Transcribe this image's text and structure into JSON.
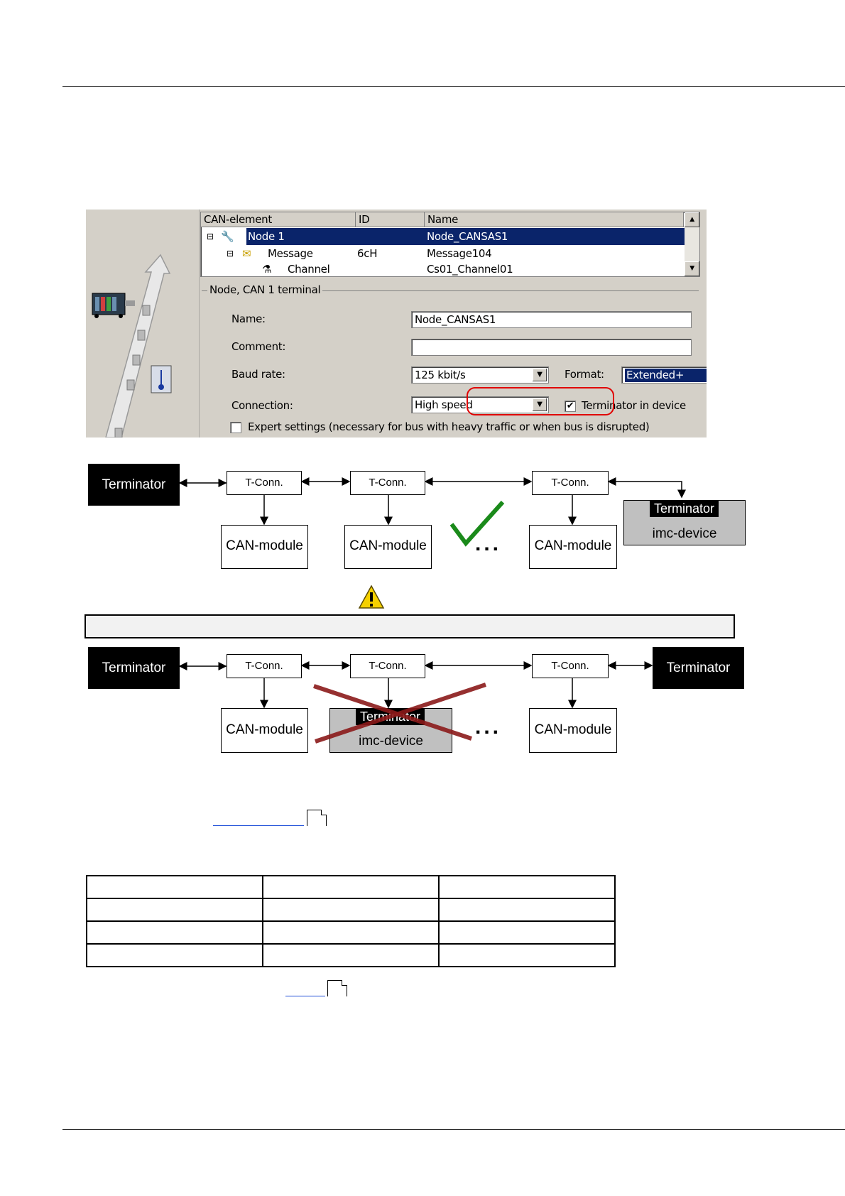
{
  "dialog": {
    "tree": {
      "headers": [
        "CAN-element",
        "ID",
        "Name"
      ],
      "rows": [
        {
          "element": "Node 1",
          "id": "",
          "name": "Node_CANSAS1",
          "icon": "node-icon",
          "selected": true
        },
        {
          "element": "Message",
          "id": "6cH",
          "name": "Message104",
          "icon": "envelope-icon",
          "selected": false
        },
        {
          "element": "Channel",
          "id": "",
          "name": "Cs01_Channel01",
          "icon": "channel-icon",
          "selected": false
        }
      ]
    },
    "group_title": "Node, CAN 1 terminal",
    "name_label": "Name:",
    "name_value": "Node_CANSAS1",
    "comment_label": "Comment:",
    "comment_value": "",
    "baud_label": "Baud rate:",
    "baud_value": "125 kbit/s",
    "format_label": "Format:",
    "format_value": "Extended+",
    "connection_label": "Connection:",
    "connection_value": "High speed",
    "terminator_label": "Terminator in device",
    "terminator_checked": true,
    "expert_label": "Expert settings (necessary for bus with heavy traffic or when bus is disrupted)",
    "expert_checked": false
  },
  "diagram1": {
    "terminator": "Terminator",
    "tconn": [
      "T-Conn.",
      "T-Conn.",
      "T-Conn."
    ],
    "modules": [
      "CAN-module",
      "CAN-module",
      "CAN-module"
    ],
    "imc_tag": "Terminator",
    "imc_name": "imc-device",
    "ellipsis": "...",
    "status_icon": "checkmark-icon"
  },
  "warning_icon": "warning-icon",
  "diagram2": {
    "terminator_left": "Terminator",
    "terminator_right": "Terminator",
    "tconn": [
      "T-Conn.",
      "T-Conn.",
      "T-Conn."
    ],
    "modules": [
      "CAN-module",
      "CAN-module"
    ],
    "imc_tag": "Terminator",
    "imc_name": "imc-device",
    "ellipsis": "...",
    "status_icon": "cross-icon"
  },
  "colors": {
    "selection": "#0a246a",
    "check_green": "#1a8a1a",
    "cross_red": "#8b1a1a",
    "highlight_red": "#e00000",
    "imc_gray": "#c0c0c0"
  }
}
